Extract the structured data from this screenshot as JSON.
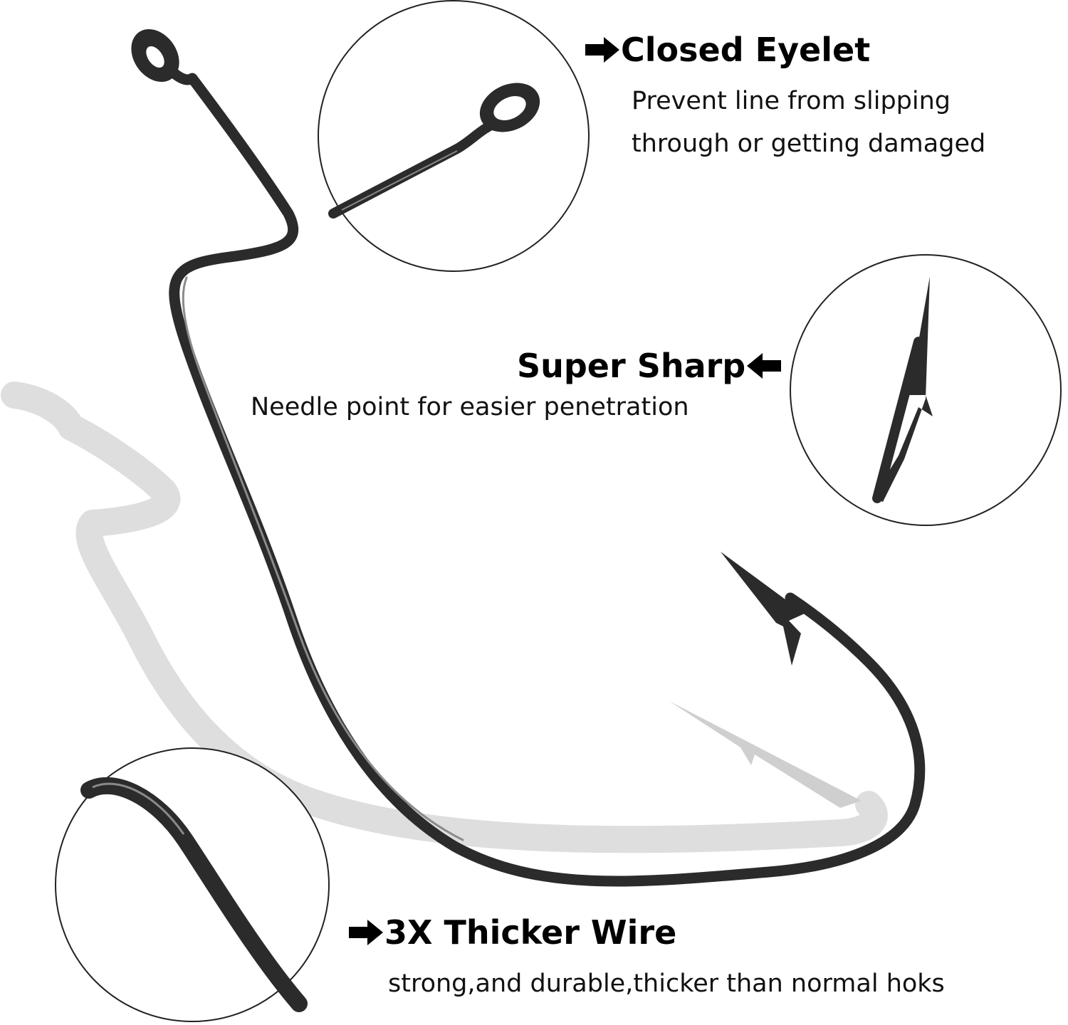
{
  "colors": {
    "hook_wire": "#2b2b2b",
    "hook_highlight": "#8a8a8a",
    "shadow": "#d9d9d9",
    "circle_border": "#222222",
    "text": "#000000"
  },
  "features": [
    {
      "id": "closed-eyelet",
      "title": "Closed Eyelet",
      "description_lines": [
        "Prevent line from slipping",
        "through or getting damaged"
      ],
      "arrow_icon": "arrow-right-icon"
    },
    {
      "id": "super-sharp",
      "title": "Super Sharp",
      "description_lines": [
        "Needle point for easier penetration"
      ],
      "arrow_icon": "arrow-left-icon"
    },
    {
      "id": "thicker-wire",
      "title": "3X Thicker Wire",
      "description_lines": [
        "strong,and durable,thicker than normal hoks"
      ],
      "arrow_icon": "arrow-right-icon"
    }
  ]
}
